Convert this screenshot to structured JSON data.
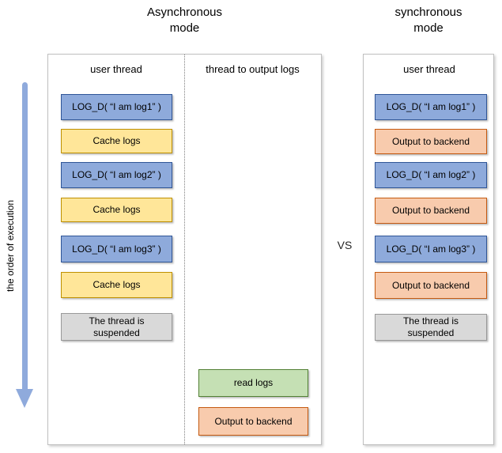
{
  "titles": {
    "async": "Asynchronous\nmode",
    "sync": "synchronous\nmode"
  },
  "vs_label": "VS",
  "execution_axis_label": "the order of execution",
  "colors": {
    "log_call_fill": "#8EAADB",
    "log_call_border": "#2F5597",
    "cache_fill": "#FFE699",
    "cache_border": "#BF9000",
    "output_fill": "#F8CBAD",
    "output_border": "#C55A11",
    "read_fill": "#C5E0B4",
    "read_border": "#538135",
    "suspended_fill": "#D9D9D9",
    "suspended_border": "#999999",
    "arrow": "#8FAADC",
    "panel_border": "#BFBFBF"
  },
  "async_panel": {
    "user_thread": {
      "header": "user thread",
      "boxes": [
        {
          "label": "LOG_D( “I am log1” )",
          "type": "log"
        },
        {
          "label": "Cache logs",
          "type": "cache"
        },
        {
          "label": "LOG_D( “I am log2” )",
          "type": "log"
        },
        {
          "label": "Cache logs",
          "type": "cache"
        },
        {
          "label": "LOG_D( “I am log3” )",
          "type": "log"
        },
        {
          "label": "Cache logs",
          "type": "cache"
        },
        {
          "label": "The thread is\nsuspended",
          "type": "suspended"
        }
      ]
    },
    "output_thread": {
      "header": "thread to output logs",
      "boxes": [
        {
          "label": "read logs",
          "type": "read"
        },
        {
          "label": "Output to backend",
          "type": "output"
        }
      ]
    }
  },
  "sync_panel": {
    "user_thread": {
      "header": "user thread",
      "boxes": [
        {
          "label": "LOG_D( “I am log1” )",
          "type": "log"
        },
        {
          "label": "Output to backend",
          "type": "output"
        },
        {
          "label": "LOG_D( “I am log2” )",
          "type": "log"
        },
        {
          "label": "Output to backend",
          "type": "output"
        },
        {
          "label": "LOG_D( “I am log3” )",
          "type": "log"
        },
        {
          "label": "Output to backend",
          "type": "output"
        },
        {
          "label": "The thread is\nsuspended",
          "type": "suspended"
        }
      ]
    }
  }
}
